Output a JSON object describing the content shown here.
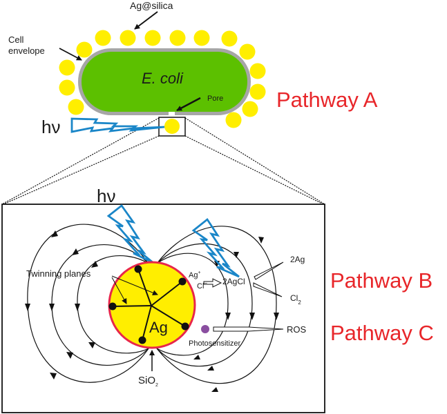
{
  "figure": {
    "labels": {
      "ag_silica": "Ag@silica",
      "cell_envelope_line1": "Cell",
      "cell_envelope_line2": "envelope",
      "ecoli": "E. coli",
      "pore": "Pore",
      "hv_top": "hν",
      "hv_bottom": "hν",
      "twinning_planes": "Twinning planes",
      "ag_core": "Ag",
      "ag_ion": "Ag",
      "ag_ion_sup": "+",
      "cl_ion": "Cl",
      "cl_ion_sup": "−",
      "agcl": "2AgCl",
      "two_ag": "2Ag",
      "cl2": "Cl",
      "cl2_sub": "2",
      "ros": "ROS",
      "photosensitizer": "Photosensitizer",
      "sio2": "SiO",
      "sio2_sub": "2"
    },
    "pathways": {
      "a": "Pathway A",
      "b": "Pathway B",
      "c": "Pathway C"
    },
    "colors": {
      "cell_fill": "#5cc000",
      "cell_envelope": "#a6a6a6",
      "particle": "#ffee00",
      "light_bolt": "#1a86c8",
      "ag_outline": "#e8264a",
      "pathway_text": "#e8262a",
      "photosensitizer": "#8a4ea0",
      "line": "#111111"
    }
  }
}
